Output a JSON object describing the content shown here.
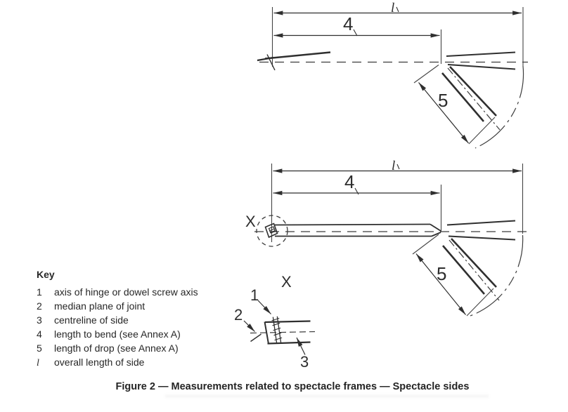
{
  "figure": {
    "caption": "Figure 2 — Measurements related to spectacle frames — Spectacle sides"
  },
  "diagram_labels": {
    "top_view": {
      "overall_length": "l",
      "length_to_bend": "4",
      "length_of_drop": "5"
    },
    "middle_view": {
      "overall_length": "l",
      "length_to_bend": "4",
      "length_of_drop": "5",
      "detail_marker": "X"
    },
    "detail_view": {
      "title": "X",
      "hinge_axis_ref": "1",
      "median_plane_ref": "2",
      "centreline_ref": "3"
    }
  },
  "key": {
    "title": "Key",
    "items": [
      {
        "num": "1",
        "text": "axis of hinge or dowel screw axis"
      },
      {
        "num": "2",
        "text": "median plane of joint"
      },
      {
        "num": "3",
        "text": "centreline of side"
      },
      {
        "num": "4",
        "text": "length to bend (see Annex A)"
      },
      {
        "num": "5",
        "text": "length of drop (see Annex A)"
      },
      {
        "num": "l",
        "text": "overall length of side"
      }
    ]
  },
  "colors": {
    "ink": "#2f2f2f",
    "background": "#ffffff"
  }
}
